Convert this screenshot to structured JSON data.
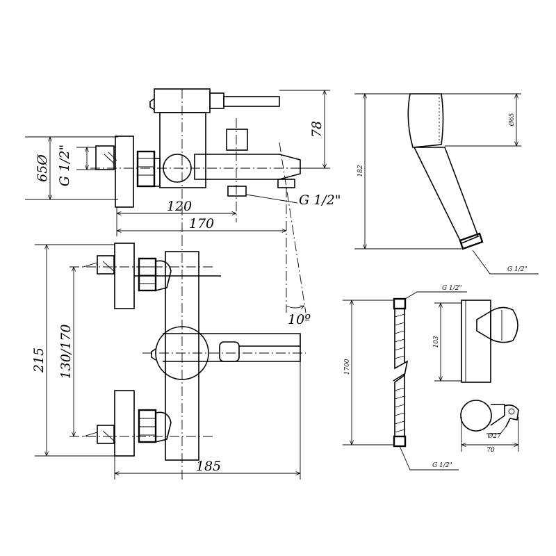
{
  "faucet": {
    "dims": {
      "d65": "65Ø",
      "thread_left": "G 1/2\"",
      "h78": "78",
      "thread_spout": "G 1/2\"",
      "w120": "120",
      "w170": "170",
      "angle": "10º",
      "h215": "215",
      "h130_170": "130/170",
      "w185": "185"
    }
  },
  "hand_shower": {
    "dims": {
      "length": "182",
      "diameter": "Ø65",
      "thread": "G 1/2\""
    }
  },
  "hose": {
    "dims": {
      "thread_top": "G 1/2\"",
      "length": "1700",
      "thread_bottom": "G 1/2\""
    }
  },
  "holder": {
    "dims": {
      "height": "103",
      "diameter": "Ø27",
      "width": "70"
    }
  }
}
